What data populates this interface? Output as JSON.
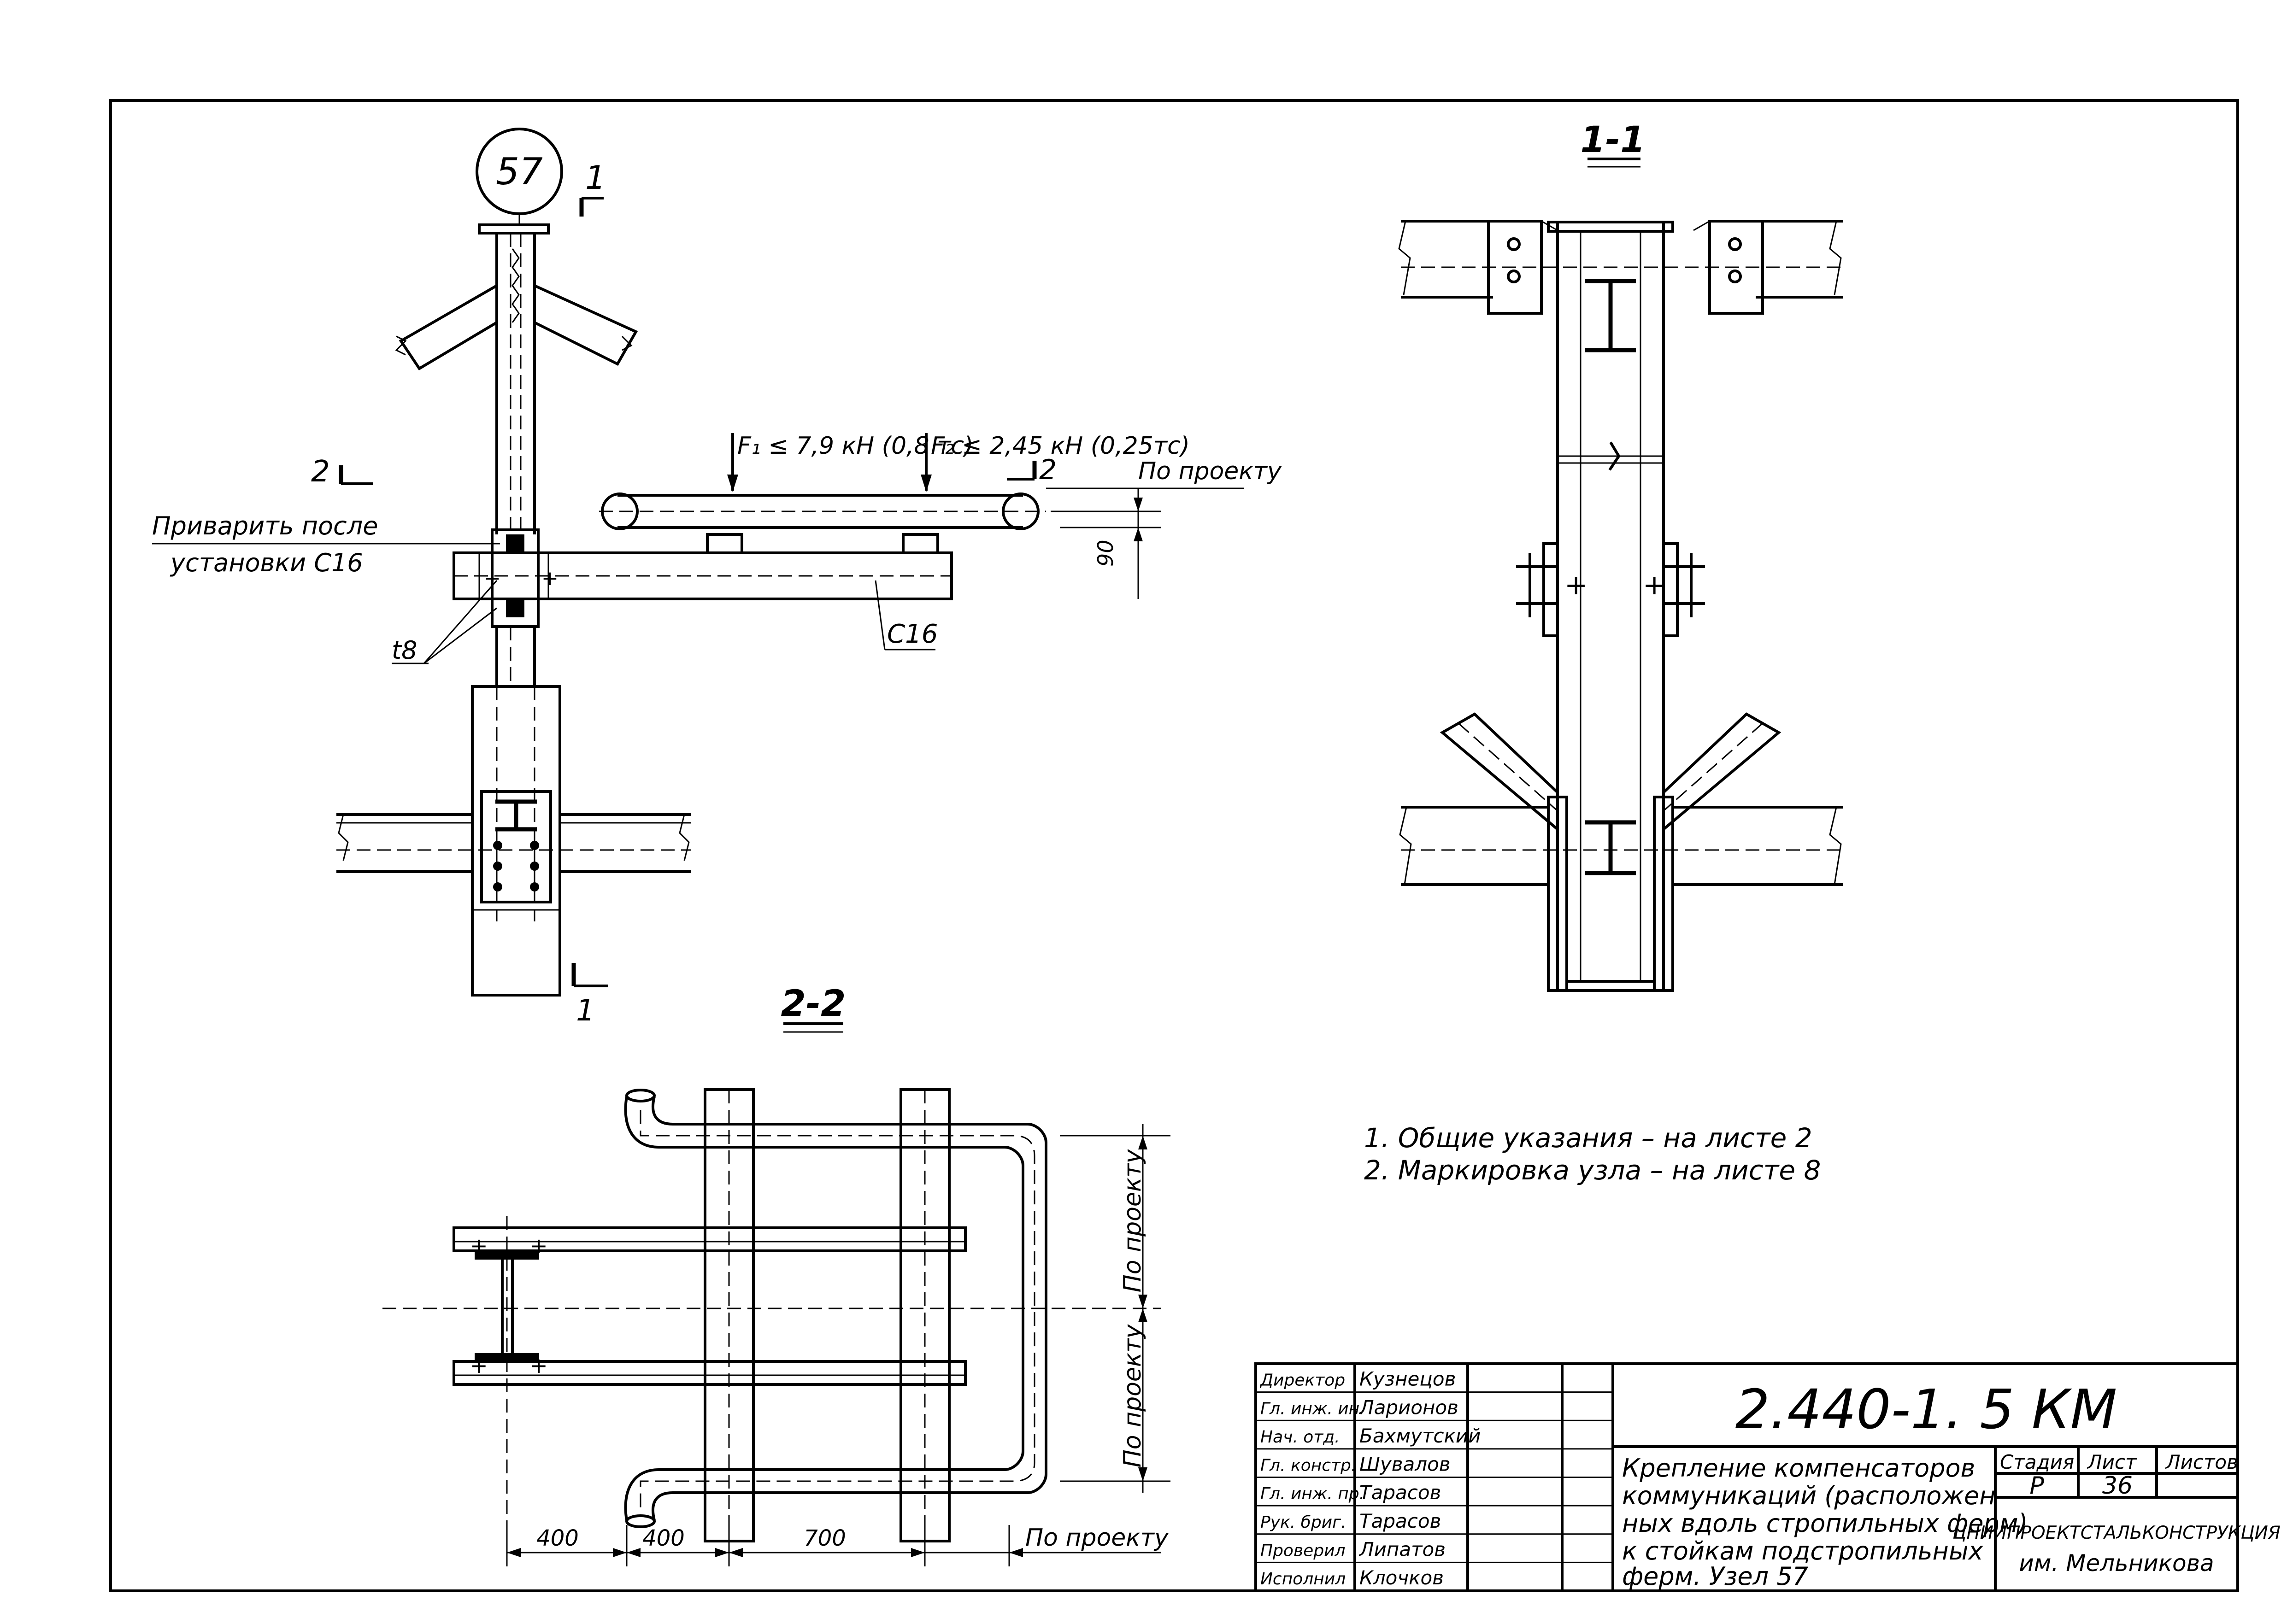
{
  "node_number": "57",
  "section_marks": {
    "s1_top": "1",
    "s1_bottom": "1",
    "s2_left": "2",
    "s2_right": "2",
    "title_1_1": "1-1",
    "title_2_2": "2-2"
  },
  "callouts": {
    "weld_note_line1": "Приварить после",
    "weld_note_line2": "установки С16",
    "plate_thickness": "t8",
    "channel": "С16",
    "force_1": "F₁ ≤ 7,9 кН (0,8 тс)",
    "force_2": "F₂ ≤ 2,45 кН (0,25тс)",
    "by_project_top": "По проекту",
    "dim_90": "90"
  },
  "plan_dims": {
    "d1": "400",
    "d2": "400",
    "d3": "700",
    "by_project_bottom": "По проекту",
    "by_project_v1": "По проекту",
    "by_project_v2": "По проекту"
  },
  "notes": [
    "1.  Общие  указания – на листе 2",
    "2.  Маркировка  узла – на листе 8"
  ],
  "title_block": {
    "roles": [
      {
        "role": "Директор",
        "name": "Кузнецов"
      },
      {
        "role": "Гл. инж. ин.",
        "name": "Ларионов"
      },
      {
        "role": "Нач. отд.",
        "name": "Бахмутский"
      },
      {
        "role": "Гл. констр.",
        "name": "Шувалов"
      },
      {
        "role": "Гл. инж. пр.",
        "name": "Тарасов"
      },
      {
        "role": "Рук. бриг.",
        "name": "Тарасов"
      },
      {
        "role": "Проверил",
        "name": "Липатов"
      },
      {
        "role": "Исполнил",
        "name": "Клочков"
      }
    ],
    "doc_code": "2.440-1. 5 КМ",
    "title_lines": [
      "Крепление  компенсаторов",
      "коммуникаций (расположен-",
      "ных  вдоль  стропильных  ферм)",
      "к стойкам  подстропильных",
      "ферм.        Узел 57"
    ],
    "stage_label": "Стадия",
    "sheet_label": "Лист",
    "sheets_label": "Листов",
    "stage_value": "Р",
    "sheet_value": "36",
    "org_line1": "ЦНИИПРОЕКТСТАЛЬКОНСТРУКЦИЯ",
    "org_line2": "им.  Мельникова"
  }
}
